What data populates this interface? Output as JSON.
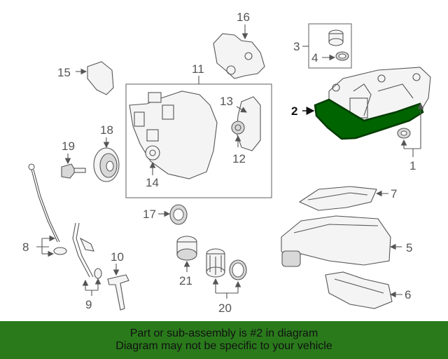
{
  "callouts": {
    "c1": "1",
    "c2": "2",
    "c3": "3",
    "c4": "4",
    "c5": "5",
    "c6": "6",
    "c7": "7",
    "c8": "8",
    "c9": "9",
    "c10": "10",
    "c11": "11",
    "c12": "12",
    "c13": "13",
    "c14": "14",
    "c15": "15",
    "c16": "16",
    "c17": "17",
    "c18": "18",
    "c19": "19",
    "c20": "20",
    "c21": "21"
  },
  "highlight_color": "#006400",
  "banner": {
    "line1": "Part or sub-assembly is #2 in diagram",
    "line2": "Diagram may not be specific to your vehicle",
    "background": "#2a7a1c"
  }
}
